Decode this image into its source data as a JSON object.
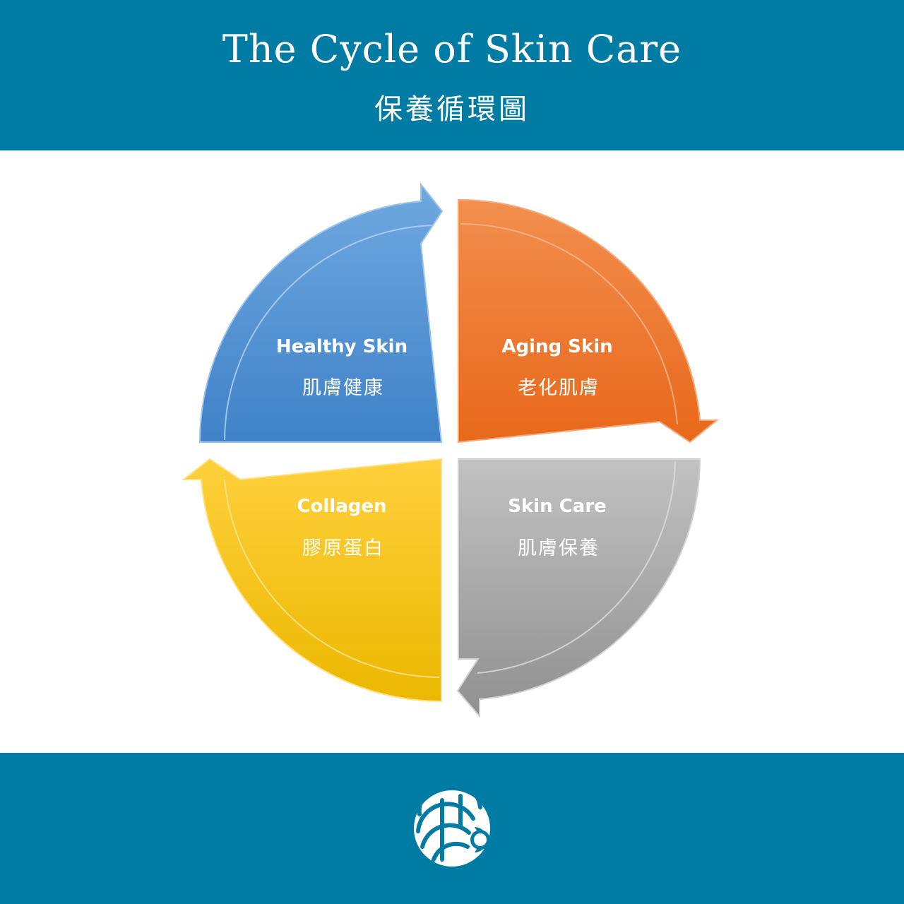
{
  "header": {
    "title": "The Cycle of Skin Care",
    "subtitle": "保養循環圖"
  },
  "segments": [
    {
      "label_en": "Healthy Skin",
      "label_zh": "肌膚健康",
      "color": "#4a8fd2"
    },
    {
      "label_en": "Aging Skin",
      "label_zh": "老化肌膚",
      "color": "#ee7724"
    },
    {
      "label_en": "Skin Care",
      "label_zh": "肌膚保養",
      "color": "#a7a7a7"
    },
    {
      "label_en": "Collagen",
      "label_zh": "膠原蛋白",
      "color": "#fbc40b"
    }
  ],
  "colors": {
    "banner": "#007ba4",
    "background": "#ffffff",
    "text": "#ffffff"
  },
  "logo": {
    "icon": "shell-logo-icon"
  }
}
